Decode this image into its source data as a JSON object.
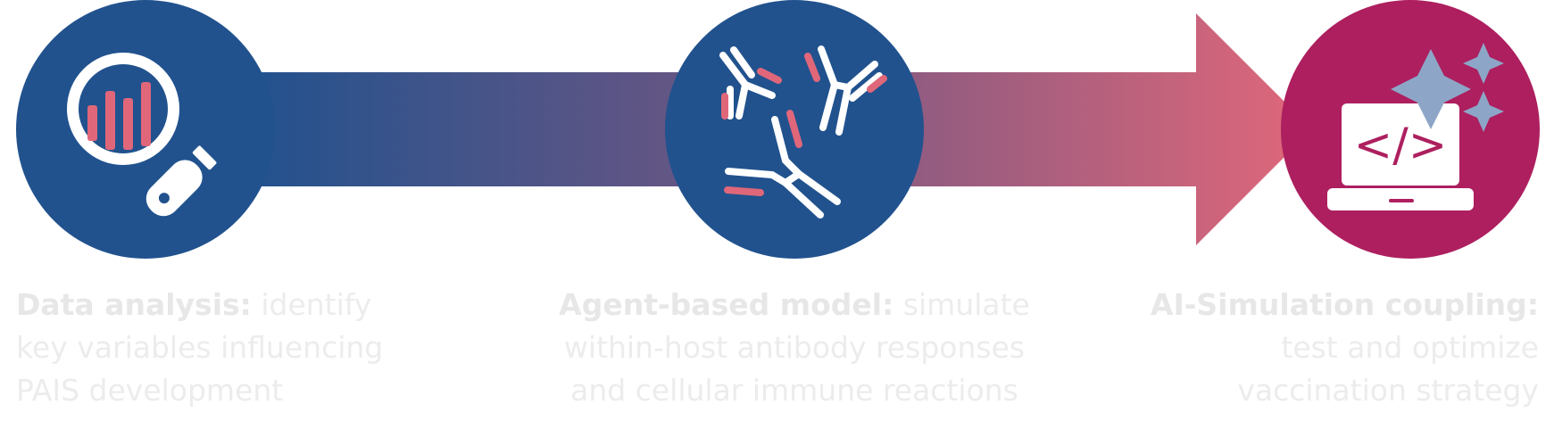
{
  "steps": [
    {
      "title": "Data analysis:",
      "lines": [
        " identify",
        "key variables influencing",
        "PAIS development"
      ]
    },
    {
      "title": "Agent-based model:",
      "lines": [
        " simulate",
        "within-host antibody responses",
        "and cellular immune reactions"
      ]
    },
    {
      "title": "AI-Simulation coupling:",
      "lines": [
        "test and optimize",
        "vaccination strategy"
      ]
    }
  ],
  "icons": {
    "step1": "magnifier-bar-chart-icon",
    "step2": "antibodies-icon",
    "step3": "laptop-code-sparkle-icon"
  },
  "code_glyph": "</>",
  "colors": {
    "blue": "#21528e",
    "magenta": "#ad1f5f",
    "pink": "#e0677a",
    "star": "#8da6c8",
    "caption": "#ececec"
  }
}
